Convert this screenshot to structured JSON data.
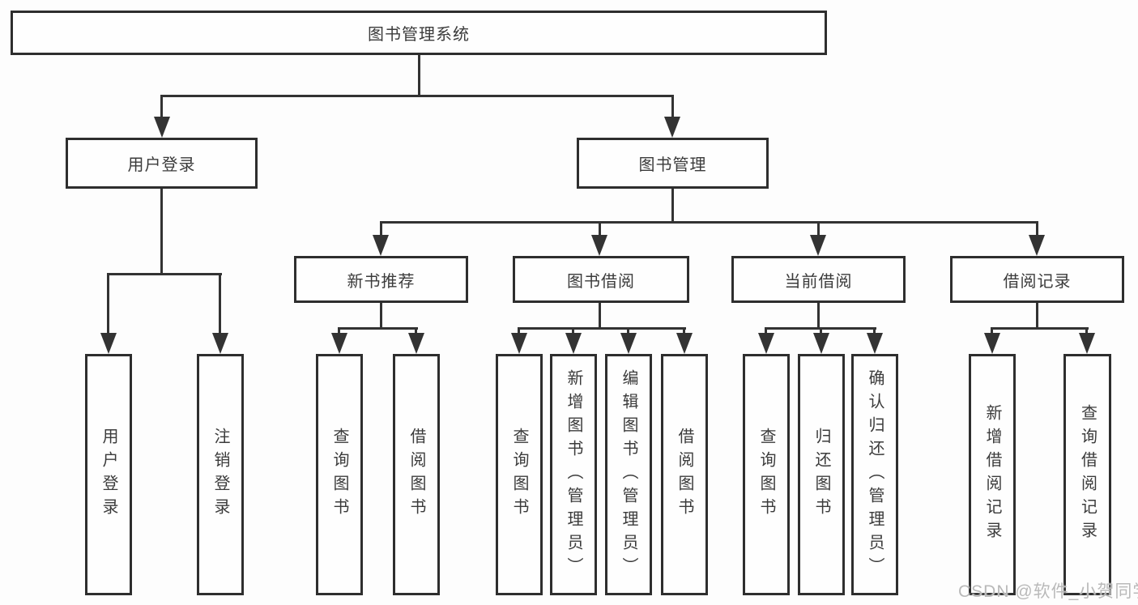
{
  "diagram": {
    "title": "图书管理系统",
    "watermark": "CSDN @软件_小贺同学",
    "nodes": {
      "root": {
        "label": "图书管理系统"
      },
      "l2": [
        {
          "label": "用户登录"
        },
        {
          "label": "图书管理"
        }
      ],
      "l3": [
        {
          "label": "新书推荐"
        },
        {
          "label": "图书借阅"
        },
        {
          "label": "当前借阅"
        },
        {
          "label": "借阅记录"
        }
      ],
      "leaves": {
        "login": [
          {
            "label": "用户登录"
          },
          {
            "label": "注销登录"
          }
        ],
        "recommend": [
          {
            "label": "查询图书"
          },
          {
            "label": "借阅图书"
          }
        ],
        "borrow": [
          {
            "label": "查询图书"
          },
          {
            "label": "新增图书（管理员）"
          },
          {
            "label": "编辑图书（管理员）"
          },
          {
            "label": "借阅图书"
          }
        ],
        "current": [
          {
            "label": "查询图书"
          },
          {
            "label": "归还图书"
          },
          {
            "label": "确认归还（管理员）"
          }
        ],
        "records": [
          {
            "label": "新增借阅记录"
          },
          {
            "label": "查询借阅记录"
          }
        ]
      }
    },
    "colors": {
      "border": "#2e2e2e",
      "line": "#333333",
      "text": "#3b3b3b",
      "watermark_text": "#b9b9b9"
    }
  }
}
